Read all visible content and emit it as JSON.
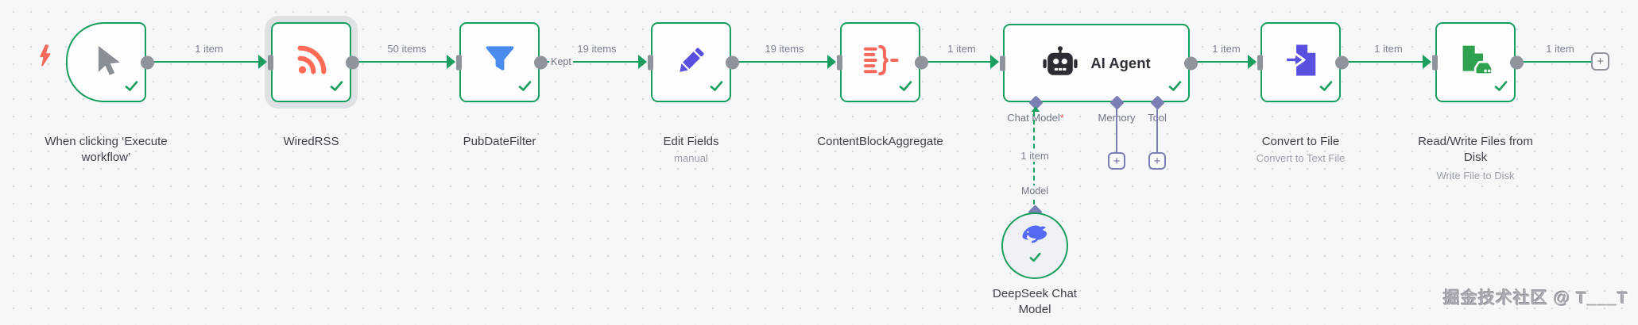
{
  "workflow": {
    "nodes": {
      "trigger": {
        "title": "When clicking ‘Execute workflow’"
      },
      "wired_rss": {
        "title": "WiredRSS"
      },
      "pub_date_filter": {
        "title": "PubDateFilter"
      },
      "edit_fields": {
        "title": "Edit Fields",
        "subtitle": "manual"
      },
      "content_block_aggregate": {
        "title": "ContentBlockAggregate"
      },
      "ai_agent": {
        "title": "AI Agent",
        "ports": {
          "chat_model": {
            "label": "Chat Model",
            "required_mark": "*"
          },
          "memory": {
            "label": "Memory"
          },
          "tool": {
            "label": "Tool"
          }
        }
      },
      "convert_to_file": {
        "title": "Convert to File",
        "subtitle": "Convert to Text File"
      },
      "read_write_files": {
        "title": "Read/Write Files from Disk",
        "subtitle": "Write File to Disk"
      },
      "deepseek_chat_model": {
        "title": "DeepSeek Chat Model",
        "input_label": "Model",
        "items_label": "1 item"
      }
    },
    "edges": {
      "trigger_to_wiredrss": {
        "label": "1 item"
      },
      "wiredrss_to_pubdatefilter": {
        "label": "50 items"
      },
      "pubdatefilter_to_editfields": {
        "branch": "Kept",
        "label": "19 items"
      },
      "editfields_to_aggregate": {
        "label": "19 items"
      },
      "aggregate_to_aiagent": {
        "label": "1 item"
      },
      "aiagent_to_convert": {
        "label": "1 item"
      },
      "convert_to_readwrite": {
        "label": "1 item"
      },
      "readwrite_to_add": {
        "label": "1 item"
      }
    },
    "add_button": "+",
    "watermark": "掘金技术社区 @ T___T",
    "colors": {
      "success_green": "#1a9e5f",
      "coral": "#f4695b",
      "rss_orange": "#ff6b57",
      "funnel_blue": "#4a8cee",
      "indigo": "#5a50e0",
      "files_green": "#2fa24f",
      "deepseek_blue": "#536af5",
      "connector_gray": "#8f939b",
      "port_purple": "#7b7eb4"
    }
  }
}
